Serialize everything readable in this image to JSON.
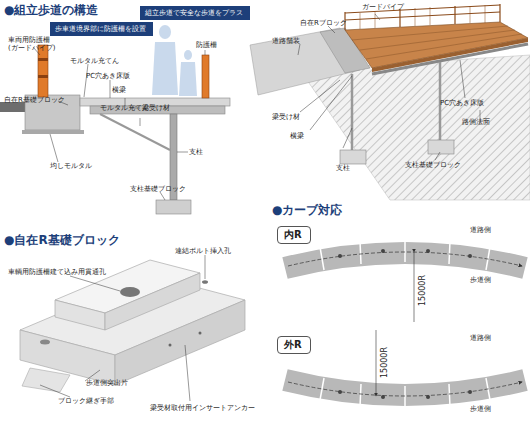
{
  "diagram": {
    "nodes": [
      {
        "text": [
          "歩車道境界部に防護柵を設置"
        ]
      },
      {
        "text": [
          "組立歩道で安全な歩道をプラス"
        ]
      },
      {
        "text": [
          "内R"
        ]
      },
      {
        "text": [
          "外R"
        ]
      }
    ],
    "labels": [
      "●組立歩道の構造",
      "車両用防護柵 (ガードパイプ)",
      "モルタル充てん",
      "PC穴あき床版",
      "防護柵",
      "自在R基礎ブロック",
      "横梁",
      "モルタル充てん",
      "梁受け材",
      "均しモルタル",
      "支柱",
      "支柱基礎ブロック",
      "自在Rブロック",
      "ガードパイプ",
      "道路舗装",
      "梁受け材",
      "PC穴あき床版",
      "横梁",
      "支柱",
      "支柱基礎ブロック",
      "路側法面",
      "●自在R基礎ブロック",
      "車輌用防護柵建て込み用貫通孔",
      "連結ボルト挿入孔",
      "歩道側突出片",
      "ブロック継ぎ手部",
      "梁受材取付用インサートアンカー",
      "●カーブ対応",
      "道路側",
      "歩道側",
      "15000R",
      "15000R",
      "道路側",
      "歩道側"
    ]
  }
}
